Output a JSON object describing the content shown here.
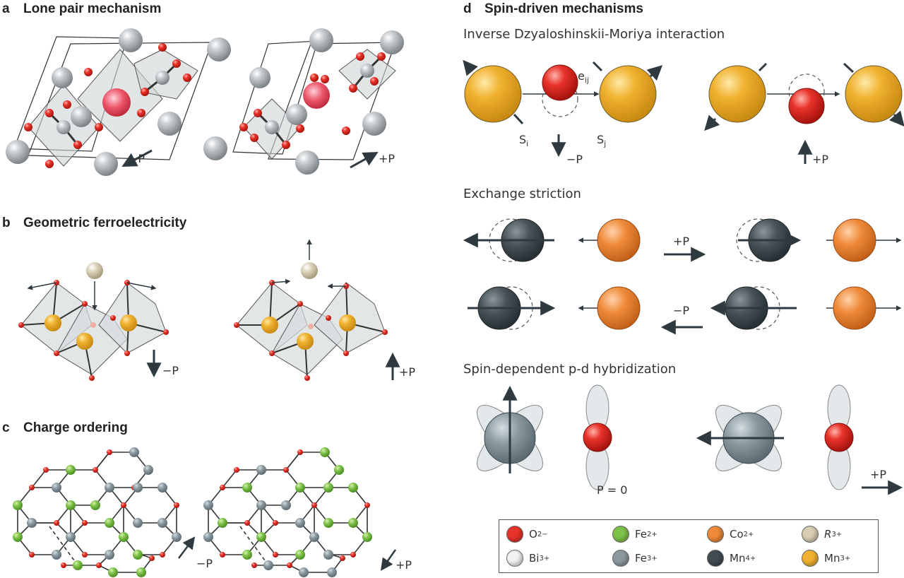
{
  "panels": {
    "a": {
      "letter": "a",
      "title": "Lone pair mechanism"
    },
    "b": {
      "letter": "b",
      "title": "Geometric ferroelectricity"
    },
    "c": {
      "letter": "c",
      "title": "Charge ordering"
    },
    "d": {
      "letter": "d",
      "title": "Spin-driven mechanisms"
    }
  },
  "d_sections": {
    "dm": "Inverse Dzyaloshinskii-Moriya interaction",
    "exchange": "Exchange striction",
    "pd": "Spin-dependent p-d hybridization"
  },
  "arrows": {
    "minus_p": "−P",
    "plus_p": "+P"
  },
  "spin_labels": {
    "s": "S",
    "i": "i",
    "j": "j",
    "e": "e",
    "ij": "ij"
  },
  "p_zero": "P = 0",
  "legend": {
    "items": [
      {
        "base": "O",
        "charge": "2−",
        "italic": false,
        "color": "#e8332a"
      },
      {
        "base": "Fe",
        "charge": "2+",
        "italic": false,
        "color": "#7fc24a"
      },
      {
        "base": "Co",
        "charge": "2+",
        "italic": false,
        "color": "#ef8a3a"
      },
      {
        "base": "R",
        "charge": "3+",
        "italic": true,
        "color": "#d9cfb4"
      },
      {
        "base": "Bi",
        "charge": "3+",
        "italic": false,
        "color": "#f3f3f3"
      },
      {
        "base": "Fe",
        "charge": "3+",
        "italic": false,
        "color": "#8b9aa1"
      },
      {
        "base": "Mn",
        "charge": "4+",
        "italic": false,
        "color": "#404b52"
      },
      {
        "base": "Mn",
        "charge": "3+",
        "italic": false,
        "color": "#f0b230"
      }
    ]
  }
}
